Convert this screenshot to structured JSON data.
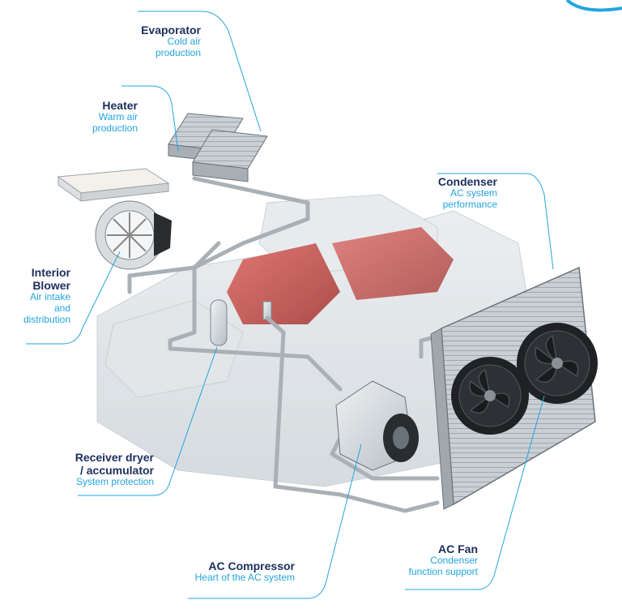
{
  "labels": {
    "evaporator": {
      "title": "Evaporator",
      "sub1": "Cold air",
      "sub2": "production"
    },
    "heater": {
      "title": "Heater",
      "sub1": "Warm air",
      "sub2": "production"
    },
    "condenser": {
      "title": "Condenser",
      "sub1": "AC system",
      "sub2": "performance"
    },
    "blower": {
      "title1": "Interior",
      "title2": "Blower",
      "sub1": "Air intake",
      "sub2": "and",
      "sub3": "distribution"
    },
    "receiver": {
      "title1": "Receiver dryer",
      "title2": "/ accumulator",
      "sub1": "System protection"
    },
    "compressor": {
      "title": "AC Compressor",
      "sub1": "Heart of the AC system"
    },
    "fan": {
      "title": "AC Fan",
      "sub1": "Condenser",
      "sub2": "function support"
    }
  },
  "colors": {
    "title": "#1b2e5c",
    "subtitle": "#22a4df",
    "leader": "#22a4df",
    "engine_red": "#c4453f",
    "metal": "#9aa2a8"
  }
}
